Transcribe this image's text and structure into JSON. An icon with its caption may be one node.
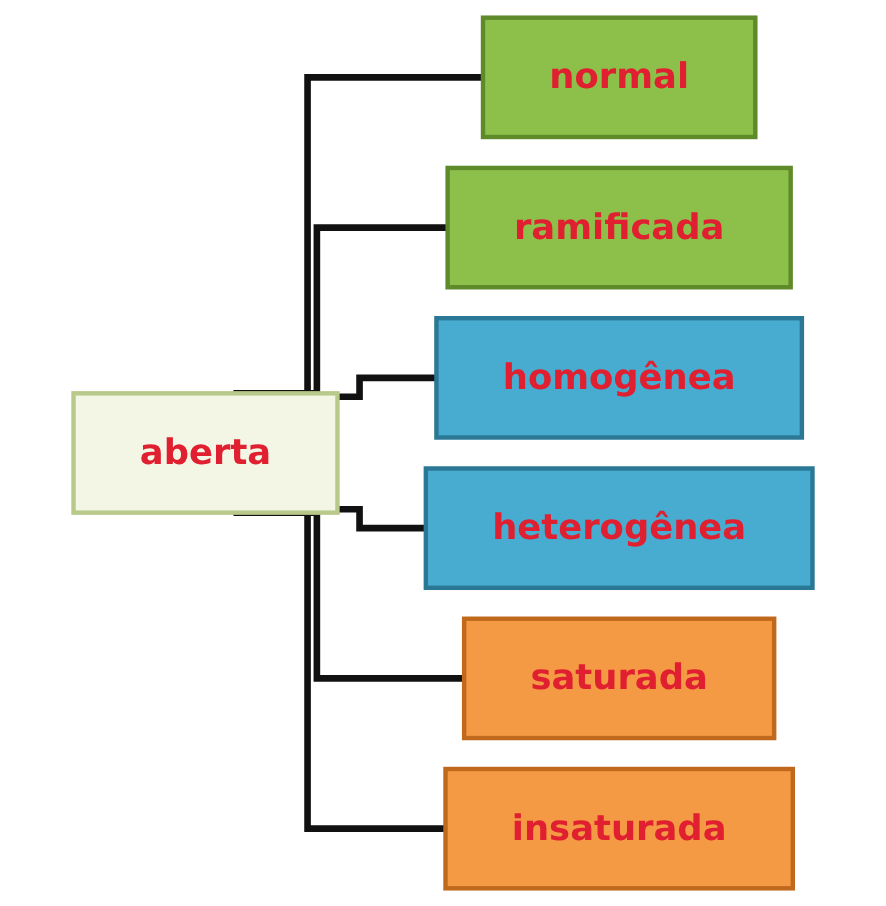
{
  "diagram": {
    "nodes": [
      {
        "text": [
          "aberta"
        ]
      },
      {
        "text": [
          "normal"
        ]
      },
      {
        "text": [
          "ramificada"
        ]
      },
      {
        "text": [
          "homogênea"
        ]
      },
      {
        "text": [
          "heterogênea"
        ]
      },
      {
        "text": [
          "saturada"
        ]
      },
      {
        "text": [
          "insaturada"
        ]
      }
    ],
    "edges": [
      {
        "from": 0,
        "to": 1,
        "arrow": "none"
      },
      {
        "from": 0,
        "to": 2,
        "arrow": "none"
      },
      {
        "from": 0,
        "to": 3,
        "arrow": "none"
      },
      {
        "from": 0,
        "to": 4,
        "arrow": "none"
      },
      {
        "from": 0,
        "to": 5,
        "arrow": "none"
      },
      {
        "from": 0,
        "to": 6,
        "arrow": "none"
      }
    ]
  }
}
